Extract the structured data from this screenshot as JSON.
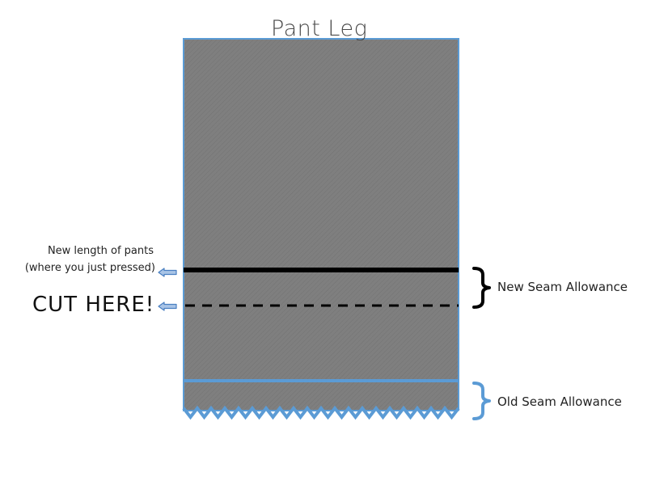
{
  "title": "Pant Leg",
  "annotations": {
    "new_length_line1": "New length of pants",
    "new_length_line2": "(where you just pressed)",
    "cut_here": "CUT HERE!",
    "new_seam_allowance": "New Seam Allowance",
    "old_seam_allowance": "Old Seam Allowance"
  },
  "colors": {
    "fabric": "#7f7f7f",
    "fabric_outline": "#5b9bd5",
    "accent_blue": "#5b9bd5",
    "arrow_fill": "#a9c4e6",
    "arrow_stroke": "#4a7fc1",
    "pressed_line": "#000000",
    "cut_line": "#000000",
    "bracket_black": "#000000"
  },
  "icons": {
    "arrow": "left-arrow-icon",
    "bracket": "curly-brace-icon"
  }
}
